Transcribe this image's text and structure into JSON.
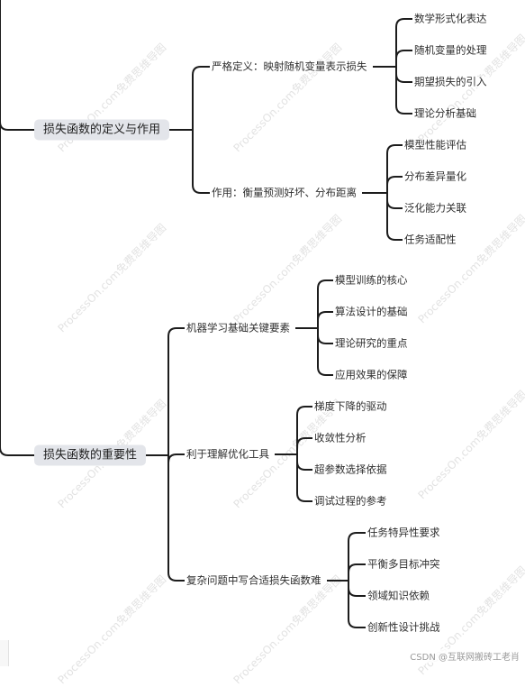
{
  "watermark": "ProcessOn.com免费思维导图",
  "footer": "CSDN @互联网搬砖工老肖",
  "mindmap": [
    {
      "label": "损失函数的定义与作用",
      "children": [
        {
          "label": "严格定义：映射随机变量表示损失",
          "children": [
            "数学形式化表达",
            "随机变量的处理",
            "期望损失的引入",
            "理论分析基础"
          ]
        },
        {
          "label": "作用：衡量预测好坏、分布距离",
          "children": [
            "模型性能评估",
            "分布差异量化",
            "泛化能力关联",
            "任务适配性"
          ]
        }
      ]
    },
    {
      "label": "损失函数的重要性",
      "children": [
        {
          "label": "机器学习基础关键要素",
          "children": [
            "模型训练的核心",
            "算法设计的基础",
            "理论研究的重点",
            "应用效果的保障"
          ]
        },
        {
          "label": "利于理解优化工具",
          "children": [
            "梯度下降的驱动",
            "收敛性分析",
            "超参数选择依据",
            "调试过程的参考"
          ]
        },
        {
          "label": "复杂问题中写合适损失函数难",
          "children": [
            "任务特异性要求",
            "平衡多目标冲突",
            "领域知识依赖",
            "创新性设计挑战"
          ]
        }
      ]
    }
  ]
}
